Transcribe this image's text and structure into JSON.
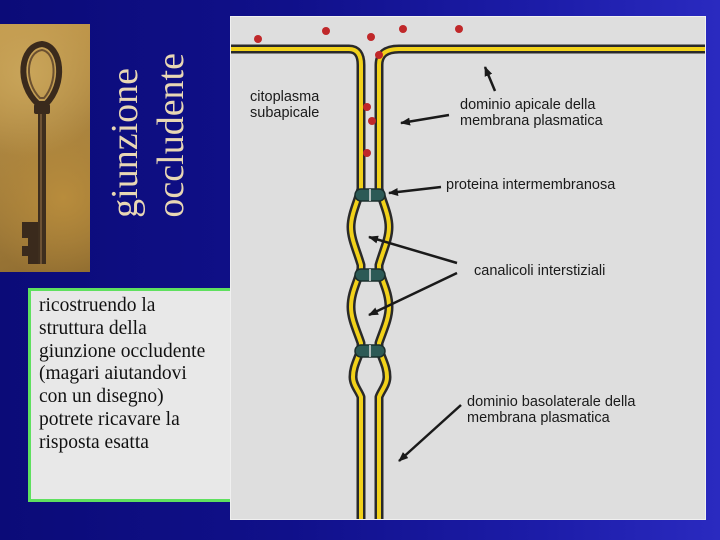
{
  "title": {
    "line1": "giunzione",
    "line2": "occludente"
  },
  "callout": {
    "lines": [
      "ricostruendo la",
      "struttura della",
      "giunzione occludente",
      "(magari aiutandovi",
      "con un disegno)",
      "potrete ricavare la",
      "risposta esatta"
    ]
  },
  "diagram": {
    "labels": {
      "cytoplasm_line1": "citoplasma",
      "cytoplasm_line2": "subapicale",
      "apical_line1": "dominio apicale della",
      "apical_line2": "membrana plasmatica",
      "protein": "proteina intermembranosa",
      "channels": "canalicoli interstiziali",
      "basolateral_line1": "dominio basolaterale della",
      "basolateral_line2": "membrana plasmatica"
    },
    "colors": {
      "membrane_outer": "#2a2a2a",
      "membrane_inner": "#f2d21a",
      "particle": "#c0282a",
      "protein": "#2d5a56"
    }
  }
}
